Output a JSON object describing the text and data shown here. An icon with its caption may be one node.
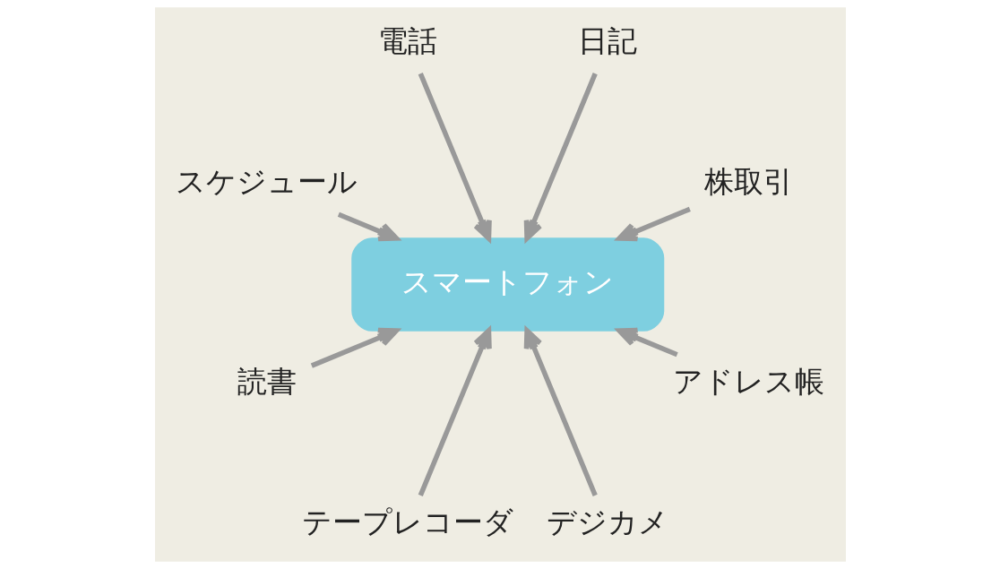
{
  "diagram": {
    "nodes": [
      {
        "text": [
          "スマートフォン"
        ]
      },
      {
        "text": [
          "株取引"
        ]
      },
      {
        "text": [
          "日記"
        ]
      },
      {
        "text": [
          "電話"
        ]
      },
      {
        "text": [
          "スケジュール"
        ]
      },
      {
        "text": [
          "読書"
        ]
      },
      {
        "text": [
          "テープレコーダ"
        ]
      },
      {
        "text": [
          "デジカメ"
        ]
      },
      {
        "text": [
          "アドレス帳"
        ]
      }
    ],
    "edges": [
      {
        "from": 1,
        "to": 0,
        "arrow": "to"
      },
      {
        "from": 2,
        "to": 0,
        "arrow": "to"
      },
      {
        "from": 3,
        "to": 0,
        "arrow": "to"
      },
      {
        "from": 4,
        "to": 0,
        "arrow": "to"
      },
      {
        "from": 5,
        "to": 0,
        "arrow": "to"
      },
      {
        "from": 6,
        "to": 0,
        "arrow": "to"
      },
      {
        "from": 7,
        "to": 0,
        "arrow": "to"
      },
      {
        "from": 8,
        "to": 0,
        "arrow": "to"
      }
    ]
  }
}
